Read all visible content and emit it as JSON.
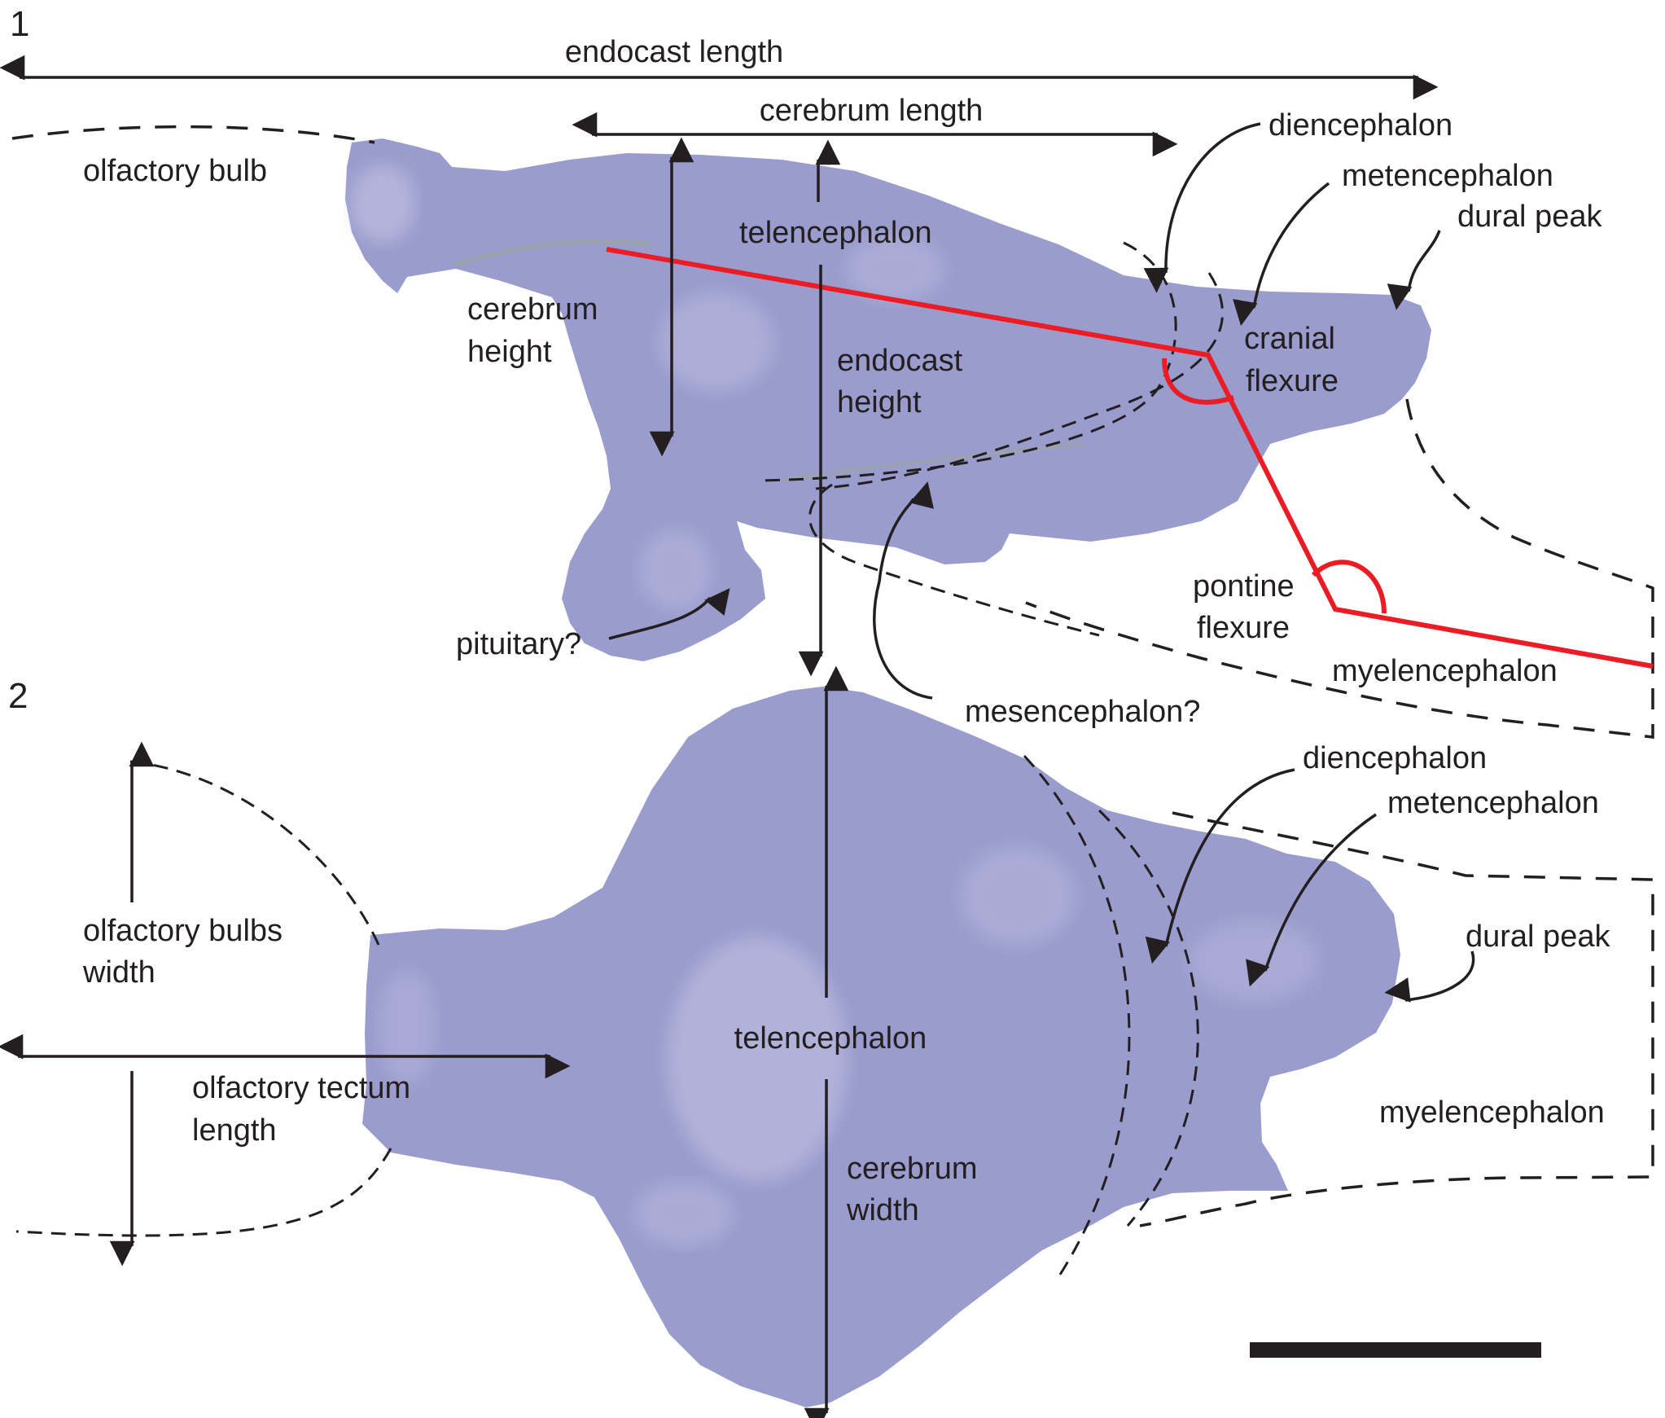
{
  "panels": {
    "top": "1",
    "bottom": "2"
  },
  "colors": {
    "endocast": "#9a9ccd",
    "endocast_highlight": "#c9c8e6",
    "flexure_lines": "#ec1c24",
    "ink": "#231f20"
  },
  "labels_top": {
    "endocast_length": "endocast length",
    "cerebrum_length": "cerebrum length",
    "olfactory_bulb": "olfactory bulb",
    "telencephalon": "telencephalon",
    "cerebrum_height_1": "cerebrum",
    "cerebrum_height_2": "height",
    "endocast_height_1": "endocast",
    "endocast_height_2": "height",
    "diencephalon": "diencephalon",
    "metencephalon": "metencephalon",
    "dural_peak": "dural peak",
    "cranial_flexure_1": "cranial",
    "cranial_flexure_2": "flexure",
    "pontine_flexure_1": "pontine",
    "pontine_flexure_2": "flexure",
    "myelencephalon": "myelencephalon",
    "pituitary": "pituitary?",
    "mesencephalon": "mesencephalon?"
  },
  "labels_bottom": {
    "diencephalon": "diencephalon",
    "metencephalon": "metencephalon",
    "dural_peak": "dural peak",
    "olfactory_bulbs_width_1": "olfactory bulbs",
    "olfactory_bulbs_width_2": "width",
    "olfactory_tectum_length_1": "olfactory tectum",
    "olfactory_tectum_length_2": "length",
    "telencephalon": "telencephalon",
    "cerebrum_width_1": "cerebrum",
    "cerebrum_width_2": "width",
    "myelencephalon": "myelencephalon"
  }
}
